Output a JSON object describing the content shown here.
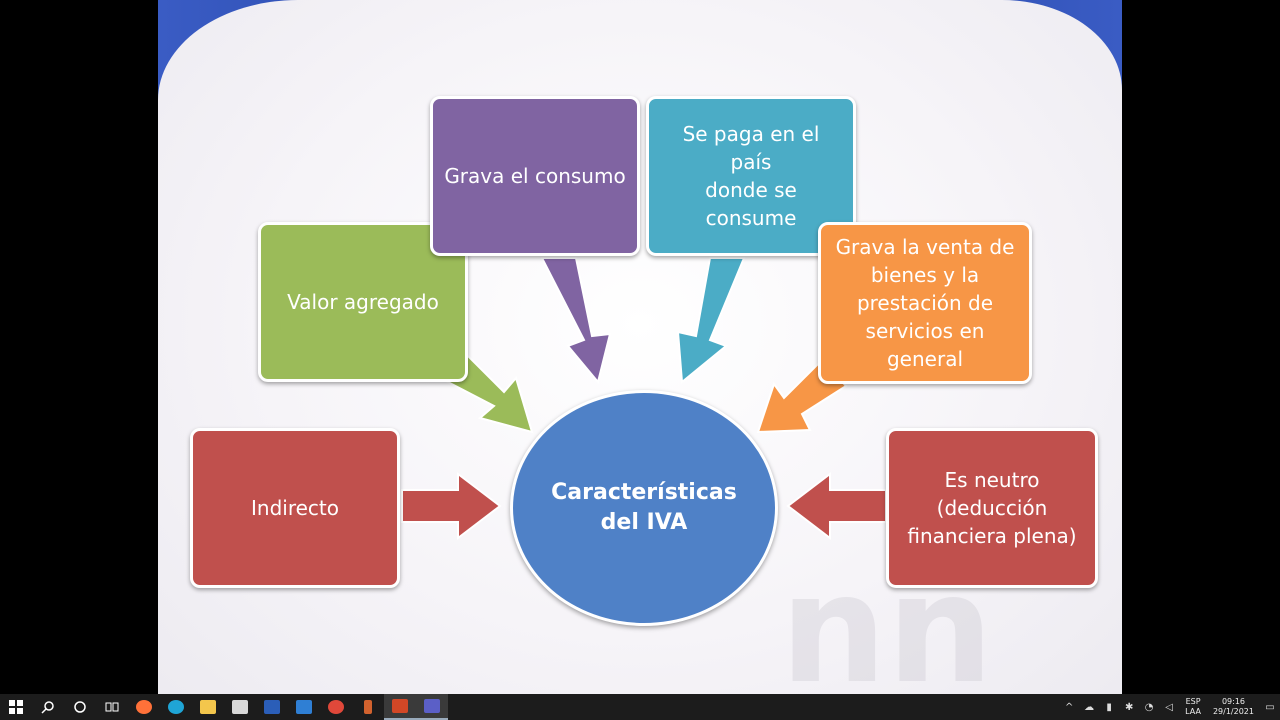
{
  "slide": {
    "center": "Características\ndel IVA",
    "boxes": {
      "indirecto": "Indirecto",
      "valor_agregado": "Valor agregado",
      "grava_consumo": "Grava el consumo",
      "se_paga": [
        "Se paga en el país",
        "donde se",
        "consume"
      ],
      "grava_venta": [
        "Grava la venta de",
        "bienes y la",
        "prestación de",
        "servicios en",
        "general"
      ],
      "es_neutro": [
        "Es neutro",
        "(deducción",
        "financiera plena)"
      ]
    },
    "colors": {
      "red": "#c0504d",
      "green": "#9bbb59",
      "purple": "#8064a2",
      "teal": "#4bacc6",
      "orange": "#f79646",
      "blue": "#4f81c7"
    },
    "watermark": "nn"
  },
  "taskbar": {
    "apps": [
      "windows-start-icon",
      "search-icon",
      "cortana-icon",
      "task-view-icon",
      "firefox-icon",
      "edge-icon",
      "file-explorer-icon",
      "store-icon",
      "word-icon",
      "mail-icon",
      "chrome-icon",
      "app-icon",
      "powerpoint-icon",
      "teams-icon"
    ],
    "lang_top": "ESP",
    "lang_bottom": "LAA",
    "time": "09:16",
    "date": "29/1/2021"
  }
}
